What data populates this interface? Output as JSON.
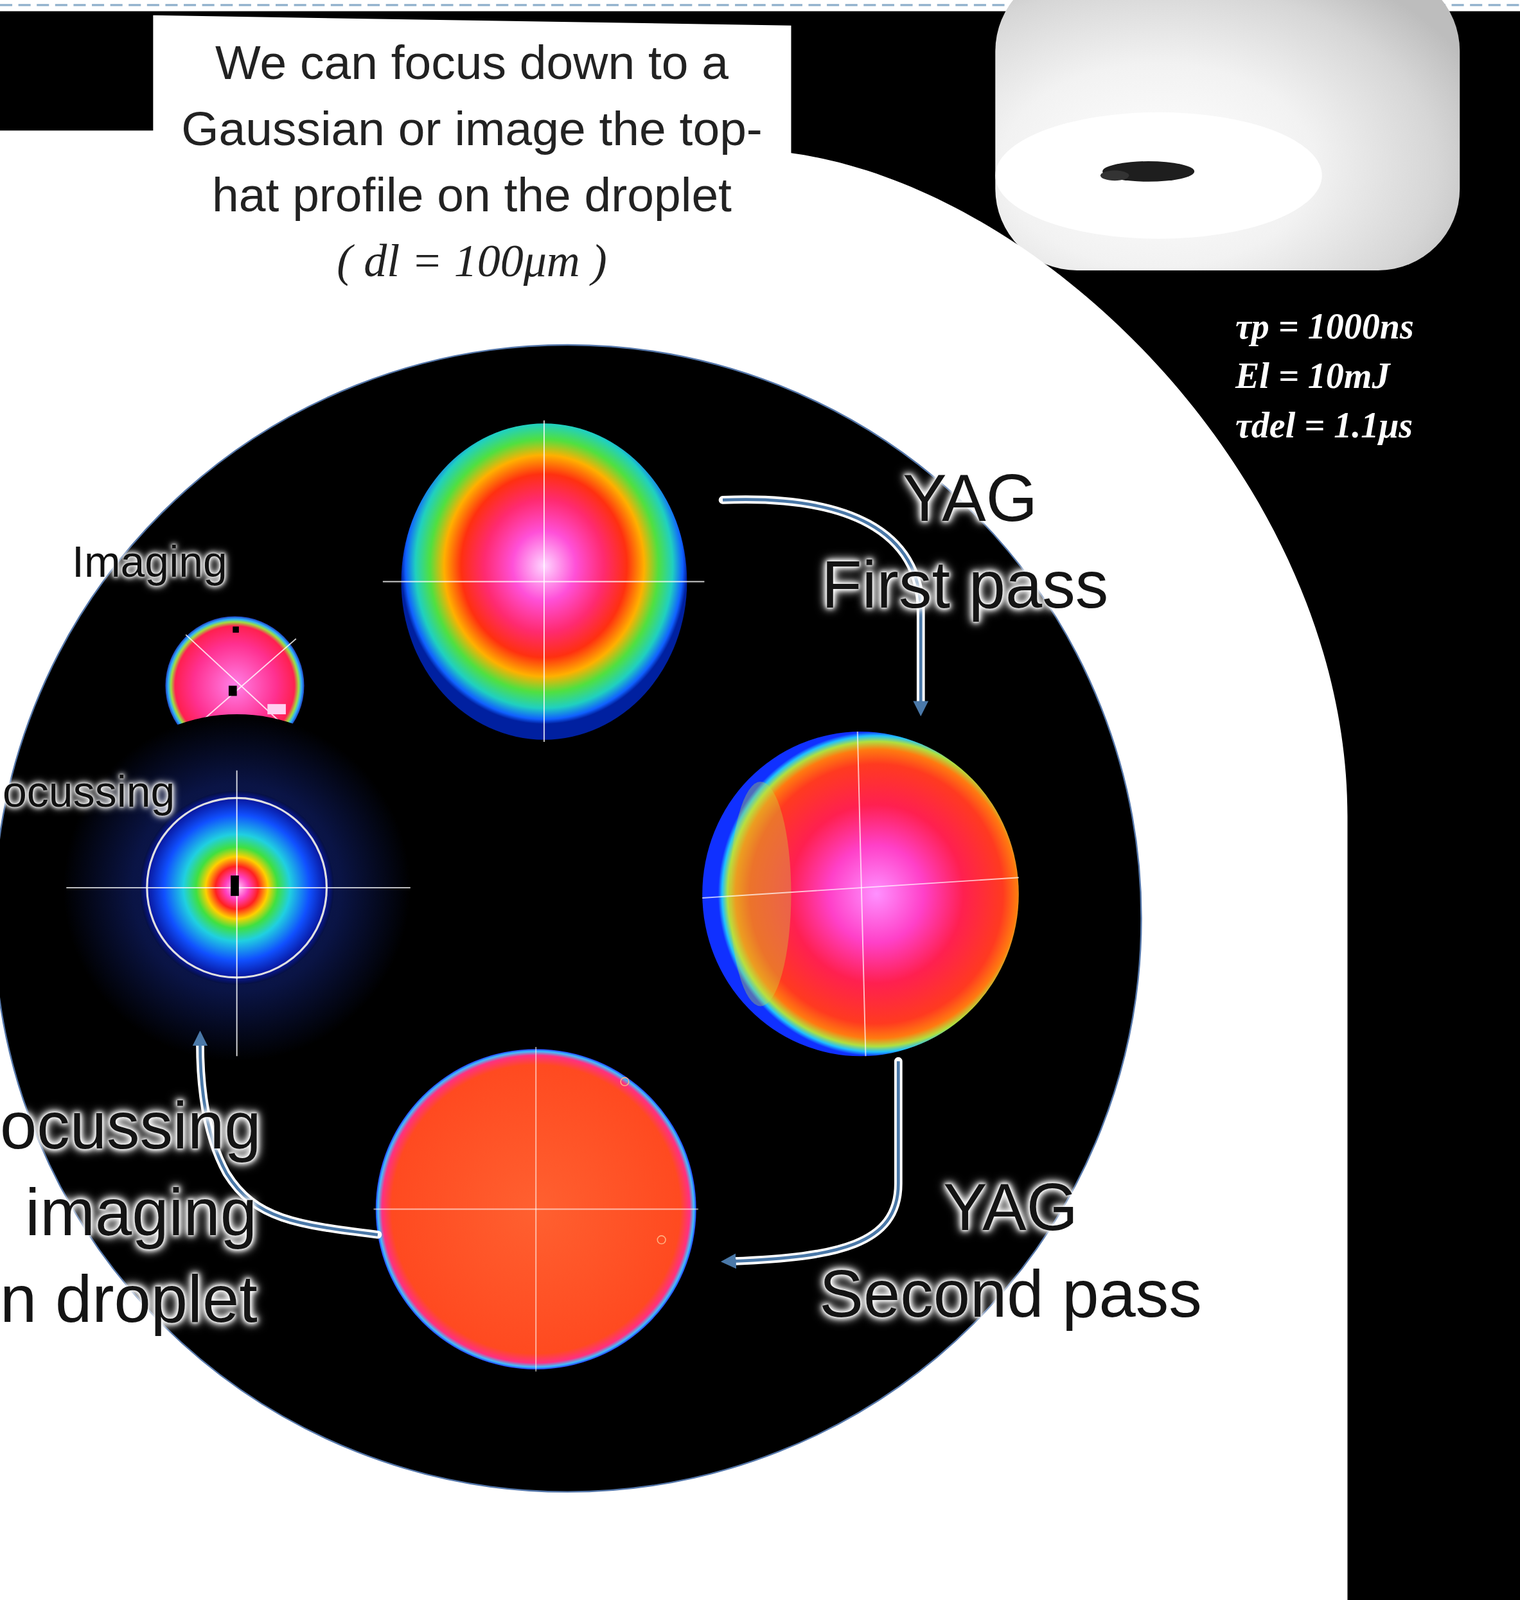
{
  "diagram": {
    "nodes": [
      {
        "text": [
          "We can focus down to a Gaussian or image the top-hat profile on the droplet",
          "( dl = 100μm )"
        ]
      }
    ],
    "labels": [
      "τp = 1000ns",
      "El = 10mJ",
      "τdel = 1.1μs",
      "YAG",
      "First pass",
      "Imaging",
      "ocussing",
      "YAG",
      "Second pass",
      "ocussing",
      "imaging",
      "n droplet"
    ]
  }
}
